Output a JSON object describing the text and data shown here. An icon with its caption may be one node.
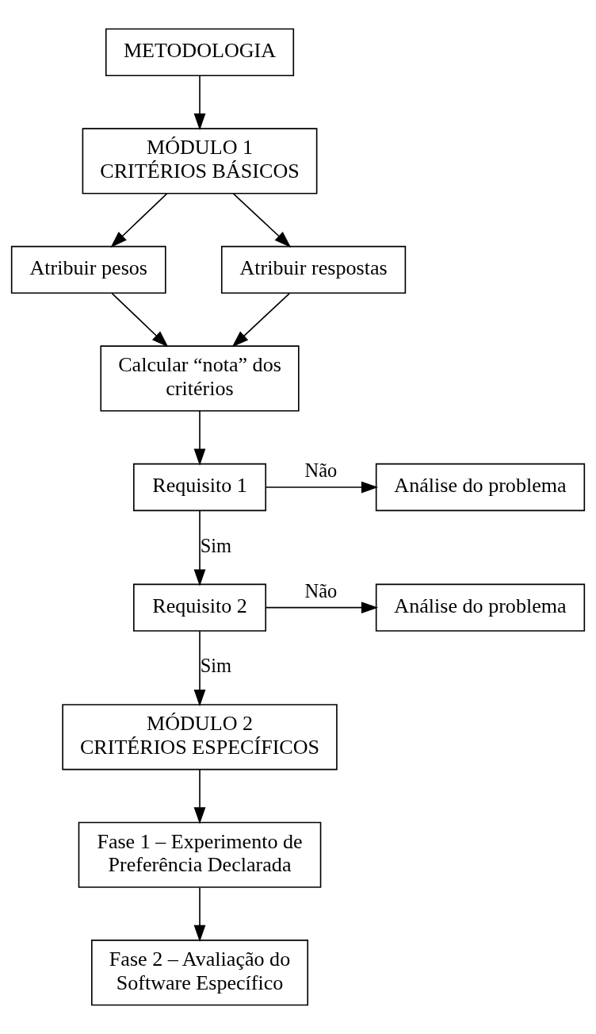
{
  "diagram": {
    "nodes": [
      {
        "text": [
          "METODOLOGIA"
        ]
      },
      {
        "text": [
          "MÓDULO 1",
          "CRITÉRIOS BÁSICOS"
        ]
      },
      {
        "text": [
          "Atribuir pesos"
        ]
      },
      {
        "text": [
          "Atribuir respostas"
        ]
      },
      {
        "text": [
          "Calcular “nota” dos critérios"
        ]
      },
      {
        "text": [
          "Análise do problema"
        ]
      },
      {
        "text": [
          "Requisito 1"
        ]
      },
      {
        "text": [
          "Análise do problema"
        ]
      },
      {
        "text": [
          "Requisito 2"
        ]
      },
      {
        "text": [
          "MÓDULO 2",
          "CRITÉRIOS ESPECÍFICOS"
        ]
      },
      {
        "text": [
          "Fase 1 – Experimento de Preferência Declarada"
        ]
      },
      {
        "text": [
          "Fase 2 – Avaliação do Software Específico"
        ]
      }
    ],
    "edges": [
      {
        "from": 0,
        "to": 1,
        "arrow": "to"
      },
      {
        "from": 1,
        "to": 2,
        "arrow": "to"
      },
      {
        "from": 1,
        "to": 3,
        "arrow": "to"
      },
      {
        "from": 2,
        "to": 4,
        "arrow": "to"
      },
      {
        "from": 3,
        "to": 4,
        "arrow": "to"
      },
      {
        "from": 4,
        "to": 6,
        "arrow": "to"
      },
      {
        "from": 6,
        "to": 5,
        "arrow": "to",
        "label": "Não"
      },
      {
        "from": 6,
        "to": 8,
        "arrow": "to",
        "label": "Sim"
      },
      {
        "from": 8,
        "to": 7,
        "arrow": "to",
        "label": "Não"
      },
      {
        "from": 8,
        "to": 9,
        "arrow": "to",
        "label": "Sim"
      },
      {
        "from": 9,
        "to": 10,
        "arrow": "to"
      },
      {
        "from": 10,
        "to": 11,
        "arrow": "to"
      }
    ]
  }
}
